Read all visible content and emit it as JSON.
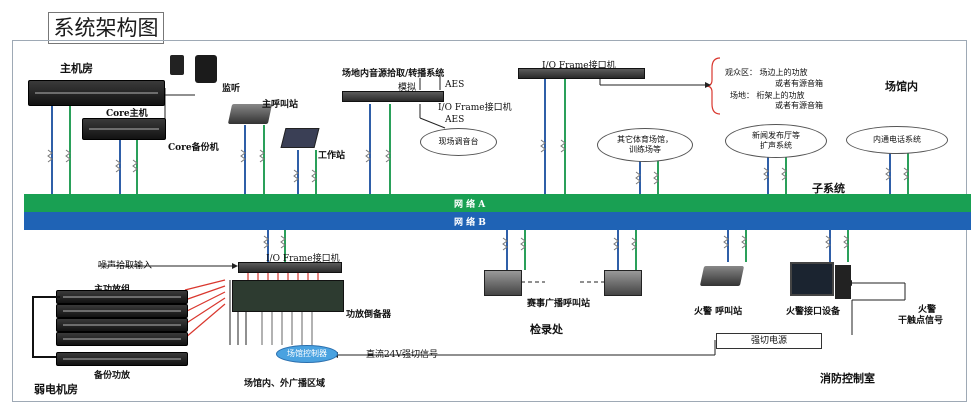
{
  "title": "系统架构图",
  "network_a": "网 络 A",
  "network_b": "网 络 B",
  "labels": {
    "main_room": "主机房",
    "core_host": "Core主机",
    "core_backup": "Core备份机",
    "monitor": "监听",
    "paging_station": "主呼叫站",
    "workstation": "工作站",
    "venue_source": "场地内音源拾取/转播系统",
    "analog": "模拟",
    "aes1": "AES",
    "aes2": "AES",
    "io_frame_1": "I/O Frame接口机",
    "io_frame_2": "I/O Frame接口机",
    "io_frame_3": "I/O Frame接口机",
    "live_mixer": "现场调音台",
    "in_venue": "场馆内",
    "subsystem": "子系统",
    "spectator_line1": "观众区：   场边上的功放",
    "spectator_line2": "或者有源音箱",
    "venue_line1": "场地：   桁架上的功放",
    "venue_line2": "或者有源音箱",
    "noise_input": "噪声拾取输入",
    "main_amp_group": "主功放组",
    "backup_amp": "备份功放",
    "weak_room": "弱电机房",
    "amp_switcher": "功放倒备器",
    "zone_control": "场馆控制器",
    "zone_area": "场馆内、外广播区域",
    "event_paging": "赛事广播呼叫站",
    "inspection": "检录处",
    "fire_paging": "火警 呼叫站",
    "fire_interface": "火警接口设备",
    "forced_power": "强切电源",
    "dc_signal": "直流24V强切信号",
    "fire_alarm_line1": "火警",
    "fire_alarm_line2": "干触点信号",
    "fire_room": "消防控制室"
  },
  "clouds": {
    "other_venues_line1": "其它体育场馆，",
    "other_venues_line2": "训练场等",
    "press_line1": "新闻发布厅等",
    "press_line2": "扩声系统",
    "intercom": "内通电话系统"
  },
  "colors": {
    "network_a": "#19a053",
    "network_b": "#1f63b5",
    "green_wire": "#2aa05a",
    "blue_wire": "#2f5fa8",
    "red_wire": "#d9372e"
  }
}
